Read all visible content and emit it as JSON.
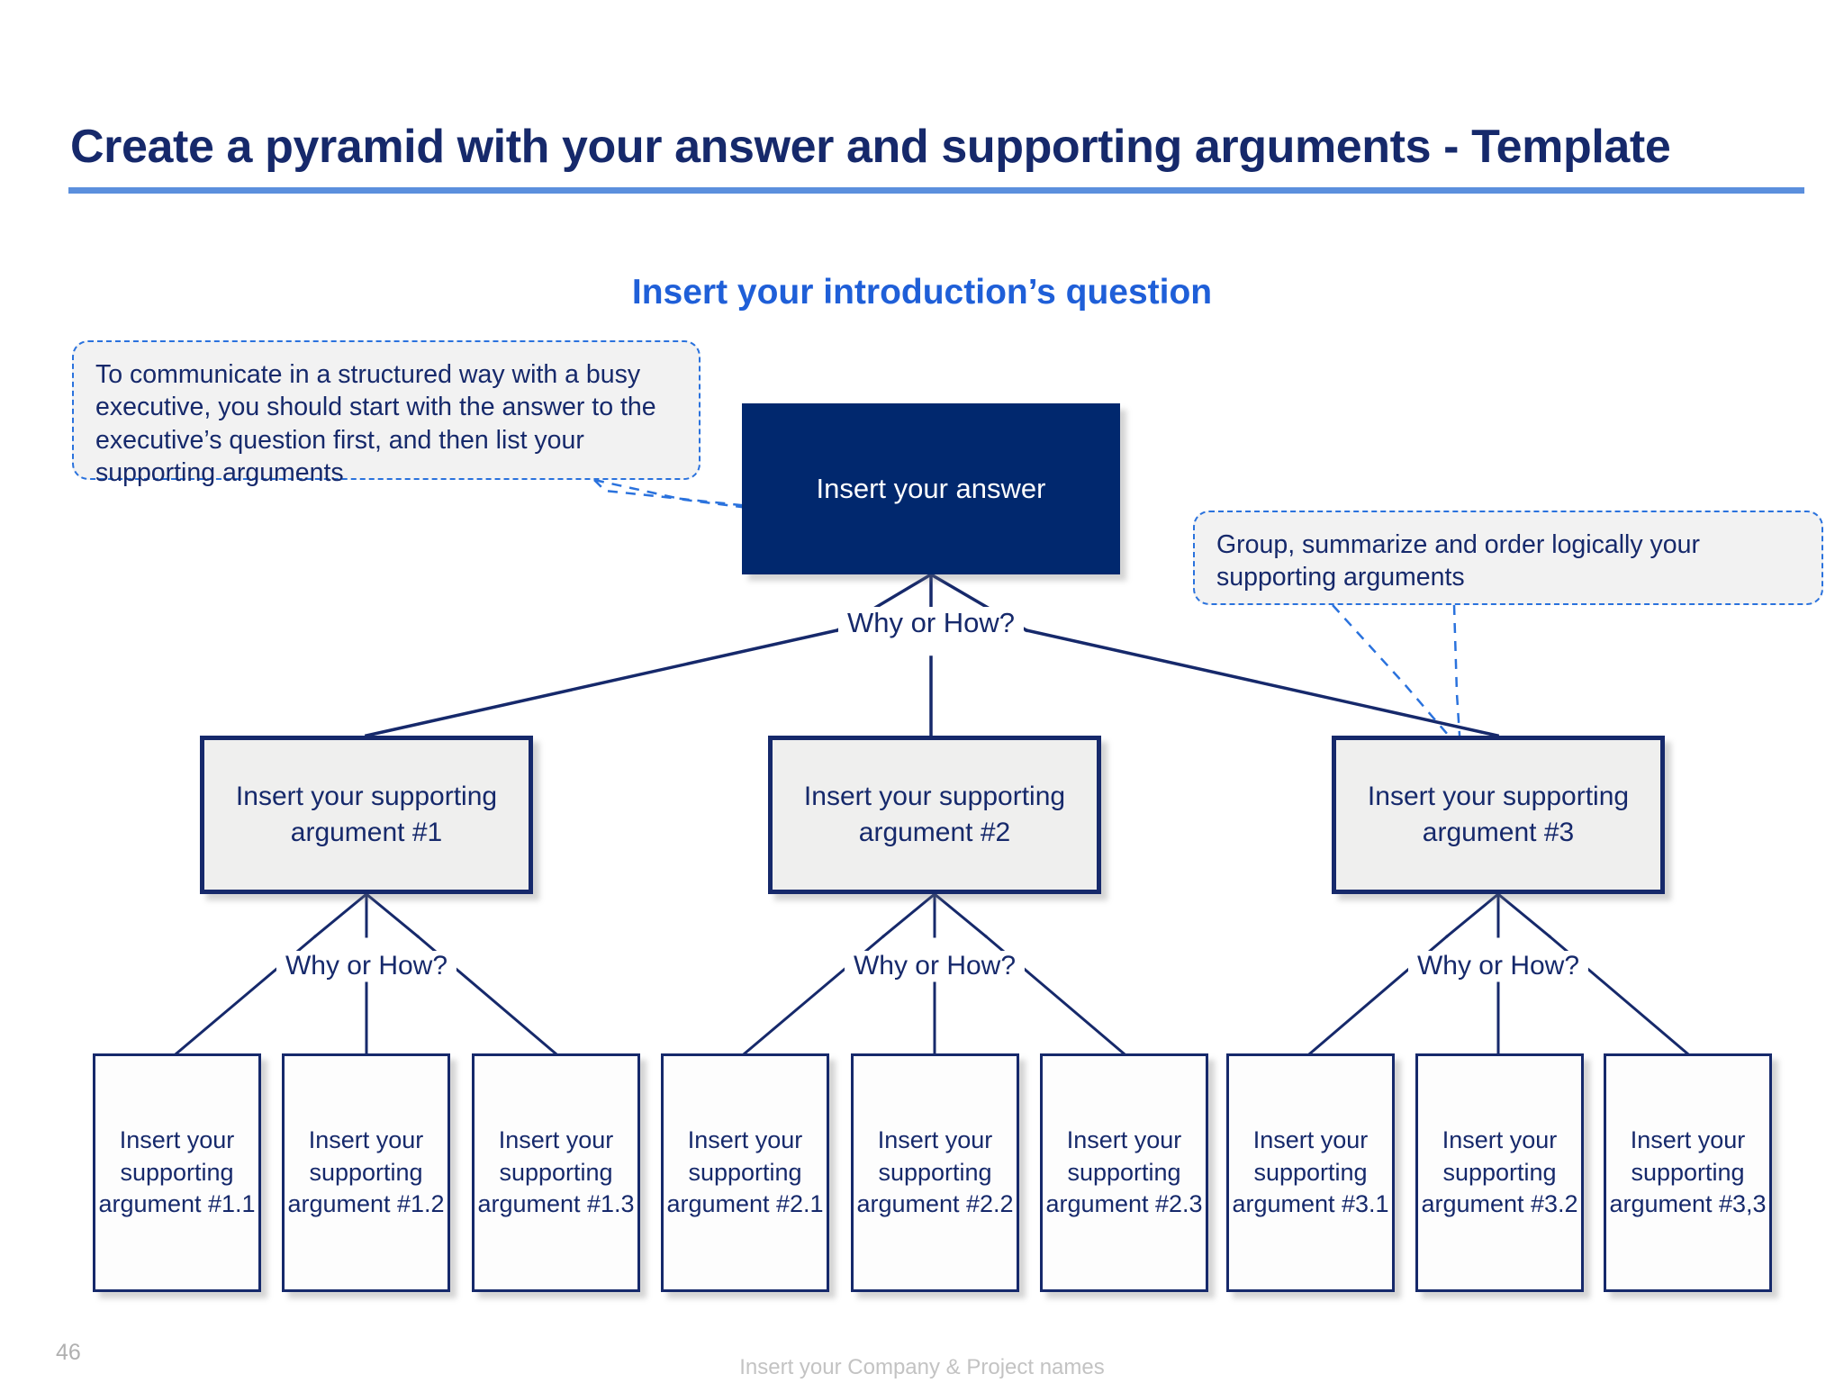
{
  "slide": {
    "title": "Create a pyramid with your answer and supporting arguments - Template",
    "subtitle": "Insert your introduction’s question",
    "accent_rule_color": "#5b8fdd",
    "title_color": "#16296b",
    "subtitle_color": "#1f5fd8"
  },
  "callouts": {
    "left": "To communicate in a structured way with a busy executive, you should start with the answer to the executive’s question first, and then list your supporting arguments",
    "right": "Group, summarize and order logically your supporting arguments",
    "border_color": "#2a72dd",
    "fill_color": "#f2f2f2"
  },
  "pyramid": {
    "answer": {
      "label": "Insert your answer",
      "fill": "#01286e",
      "text_color": "#ffffff"
    },
    "connector_label": "Why or How?",
    "level2": [
      {
        "label": "Insert your supporting argument #1",
        "why_label": "Why or How?"
      },
      {
        "label": "Insert your supporting argument #2",
        "why_label": "Why or How?"
      },
      {
        "label": "Insert your supporting argument #3",
        "why_label": "Why or How?"
      }
    ],
    "leaves": [
      {
        "label": "Insert your supporting argument #1.1"
      },
      {
        "label": "Insert your supporting argument #1.2"
      },
      {
        "label": "Insert your supporting argument #1.3"
      },
      {
        "label": "Insert your supporting argument #2.1"
      },
      {
        "label": "Insert your supporting argument #2.2"
      },
      {
        "label": "Insert your supporting argument #2.3"
      },
      {
        "label": "Insert your supporting argument #3.1"
      },
      {
        "label": "Insert your supporting argument #3.2"
      },
      {
        "label": "Insert your supporting argument #3,3"
      }
    ],
    "box_border_color": "#16296b",
    "level2_fill": "#efefee",
    "leaf_fill": "#fdfdfd"
  },
  "footer": {
    "page_number": "46",
    "note": "Insert your Company & Project names"
  }
}
